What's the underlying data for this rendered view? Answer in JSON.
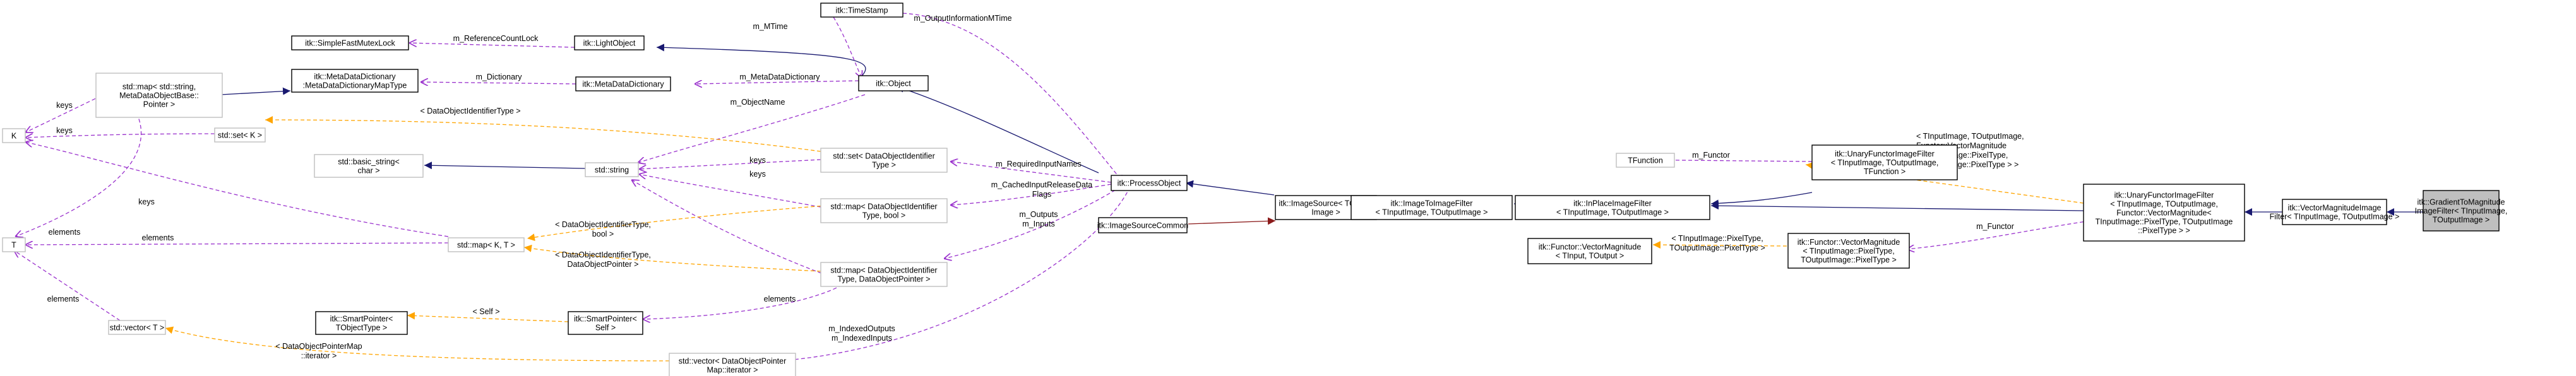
{
  "colors": {
    "inheritance": "#191970",
    "private_inheritance": "#8b1a1a",
    "usage": "#9a32cd",
    "template": "#ffa500",
    "focus_fill": "#bfbfbf",
    "ghost_border": "#bfbfbf"
  },
  "nodes": [
    {
      "id": "timestamp",
      "kind": "solid",
      "lines": [
        "itk::TimeStamp"
      ]
    },
    {
      "id": "lightobject",
      "kind": "solid",
      "lines": [
        "itk::LightObject"
      ]
    },
    {
      "id": "mutexlock",
      "kind": "solid",
      "lines": [
        "itk::SimpleFastMutexLock"
      ]
    },
    {
      "id": "metadict_maptype",
      "kind": "solid",
      "lines": [
        "itk::MetaDataDictionary",
        ":MetaDataDictionaryMapType"
      ]
    },
    {
      "id": "metadict",
      "kind": "solid",
      "lines": [
        "itk::MetaDataDictionary"
      ]
    },
    {
      "id": "object",
      "kind": "solid",
      "lines": [
        "itk::Object"
      ]
    },
    {
      "id": "map_string_metadata",
      "kind": "ghost",
      "lines": [
        "std::map< std::string,",
        "MetaDataObjectBase::",
        "Pointer >"
      ]
    },
    {
      "id": "K",
      "kind": "ghost",
      "lines": [
        "K"
      ]
    },
    {
      "id": "set_K",
      "kind": "ghost",
      "lines": [
        "std::set< K >"
      ]
    },
    {
      "id": "basic_string",
      "kind": "ghost",
      "lines": [
        "std::basic_string<",
        "char >"
      ]
    },
    {
      "id": "std_string",
      "kind": "ghost",
      "lines": [
        "std::string"
      ]
    },
    {
      "id": "set_doid",
      "kind": "ghost",
      "lines": [
        "std::set< DataObjectIdentifier",
        "Type >"
      ]
    },
    {
      "id": "map_doid_bool",
      "kind": "ghost",
      "lines": [
        "std::map< DataObjectIdentifier",
        "Type, bool >"
      ]
    },
    {
      "id": "T",
      "kind": "ghost",
      "lines": [
        "T"
      ]
    },
    {
      "id": "map_K_T",
      "kind": "ghost",
      "lines": [
        "std::map< K, T >"
      ]
    },
    {
      "id": "map_doid_ptr",
      "kind": "ghost",
      "lines": [
        "std::map< DataObjectIdentifier",
        "Type, DataObjectPointer >"
      ]
    },
    {
      "id": "smartptr_tobj",
      "kind": "solid",
      "lines": [
        "itk::SmartPointer<",
        "TObjectType >"
      ]
    },
    {
      "id": "smartptr_self",
      "kind": "solid",
      "lines": [
        "itk::SmartPointer<",
        "Self >"
      ]
    },
    {
      "id": "vector_T",
      "kind": "ghost",
      "lines": [
        "std::vector< T >"
      ]
    },
    {
      "id": "vector_doptr",
      "kind": "ghost",
      "lines": [
        "std::vector< DataObjectPointer",
        "Map::iterator >"
      ]
    },
    {
      "id": "processobject",
      "kind": "solid",
      "lines": [
        "itk::ProcessObject"
      ]
    },
    {
      "id": "imagesourcecommon",
      "kind": "solid",
      "lines": [
        "itk::ImageSourceCommon"
      ]
    },
    {
      "id": "imagesource",
      "kind": "solid",
      "lines": [
        "itk::ImageSource< TOutput",
        "Image >"
      ]
    },
    {
      "id": "imagetoimage",
      "kind": "solid",
      "lines": [
        "itk::ImageToImageFilter",
        "< TInputImage, TOutputImage >"
      ]
    },
    {
      "id": "inplace",
      "kind": "solid",
      "lines": [
        "itk::InPlaceImageFilter",
        "< TInputImage, TOutputImage >"
      ]
    },
    {
      "id": "tfunction",
      "kind": "ghost",
      "lines": [
        "TFunction"
      ]
    },
    {
      "id": "unary_tfunc",
      "kind": "solid",
      "lines": [
        "itk::UnaryFunctorImageFilter",
        "< TInputImage, TOutputImage,",
        "TFunction >"
      ]
    },
    {
      "id": "vm_generic",
      "kind": "solid",
      "lines": [
        "itk::Functor::VectorMagnitude",
        "< TInput, TOutput >"
      ]
    },
    {
      "id": "vm_specific",
      "kind": "solid",
      "lines": [
        "itk::Functor::VectorMagnitude",
        "< TInputImage::PixelType,",
        "TOutputImage::PixelType >"
      ]
    },
    {
      "id": "unary_vm",
      "kind": "solid",
      "lines": [
        "itk::UnaryFunctorImageFilter",
        "< TInputImage, TOutputImage,",
        "Functor::VectorMagnitude<",
        "TInputImage::PixelType, TOutputImage",
        "::PixelType > >"
      ]
    },
    {
      "id": "vmif",
      "kind": "solid",
      "lines": [
        "itk::VectorMagnitudeImage",
        "Filter< TInputImage, TOutputImage >"
      ]
    },
    {
      "id": "gradient",
      "kind": "focus",
      "lines": [
        "itk::GradientToMagnitude",
        "ImageFilter< TInputImage,",
        "TOutputImage >"
      ]
    }
  ],
  "edge_labels": {
    "m_OutputInformationMTime": "m_OutputInformationMTime",
    "m_MTime": "m_MTime",
    "m_ReferenceCountLock": "m_ReferenceCountLock",
    "m_Dictionary_a": "m_Dictionary",
    "m_MetaDataDictionary": "m_MetaDataDictionary",
    "keys_a": "keys",
    "DataObjectIdentifierType": "< DataObjectIdentifierType >",
    "m_ObjectName": "m_ObjectName",
    "keys_b": "keys",
    "keys_c": "keys",
    "m_RequiredInputNames": "m_RequiredInputNames",
    "m_CachedInputReleaseDataFlags": [
      "m_CachedInputReleaseData",
      "Flags"
    ],
    "keys_d": "keys",
    "m_Outputs_Inputs": [
      "m_Outputs",
      "m_Inputs"
    ],
    "elements_a": "elements",
    "elements_b": "elements",
    "doid_bool": [
      "< DataObjectIdentifierType,",
      "bool >"
    ],
    "doid_ptr": [
      "< DataObjectIdentifierType,",
      "DataObjectPointer >"
    ],
    "keys_e": "keys",
    "self": "< Self >",
    "elements_c": "elements",
    "elements_d": "elements",
    "m_IndexedOutputs": [
      "m_IndexedOutputs",
      "m_IndexedInputs"
    ],
    "doptr_map_iter": [
      "< DataObjectPointerMap",
      "::iterator >"
    ],
    "m_Functor_a": "m_Functor",
    "unary_tmpl": [
      "< TInputImage, TOutputImage,",
      "Functor::VectorMagnitude",
      "< TInputImage::PixelType,",
      "TOutputImage::PixelType > >"
    ],
    "m_Functor_b": "m_Functor",
    "vm_tmpl": [
      "< TInputImage::PixelType,",
      "TOutputImage::PixelType >"
    ]
  }
}
